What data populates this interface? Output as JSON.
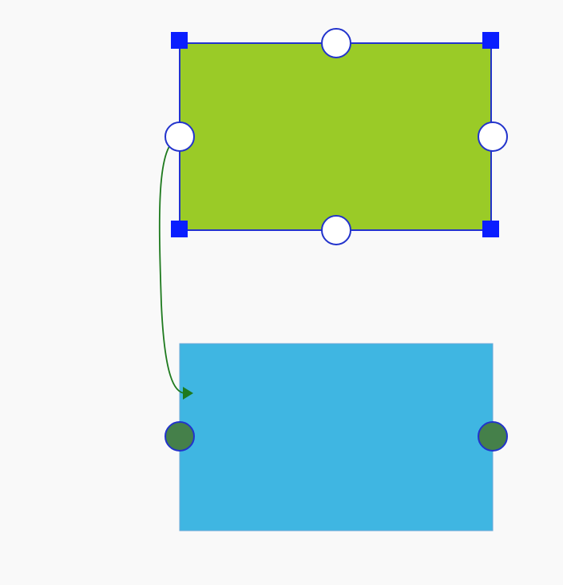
{
  "diagram": {
    "shapes": [
      {
        "id": "green-rectangle",
        "fill": "#9acb27",
        "stroke": "#2233cc",
        "selected": true
      },
      {
        "id": "blue-rectangle",
        "fill": "#3fb6e2",
        "stroke": "#6aa8d8",
        "selected": false
      }
    ],
    "connector": {
      "from": "green-rectangle",
      "to": "blue-rectangle",
      "color": "#1e7a1e",
      "end_marker": "arrow"
    },
    "handles": {
      "resize_color": "#0a1eff",
      "port_fill": "#ffffff",
      "port_stroke": "#2233cc",
      "connected_port_fill": "#45804a"
    }
  }
}
